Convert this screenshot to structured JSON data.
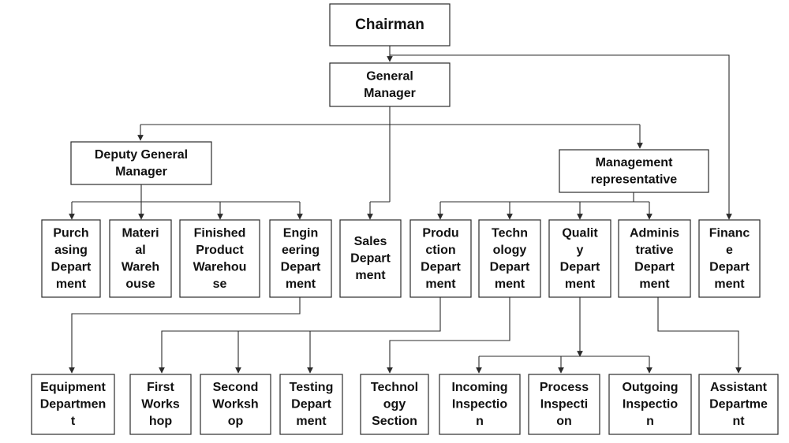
{
  "diagram": {
    "type": "org-chart",
    "nodes": [
      {
        "id": "chairman",
        "lines": [
          "Chairman"
        ]
      },
      {
        "id": "general-manager",
        "lines": [
          "General",
          "Manager"
        ]
      },
      {
        "id": "deputy-general-manager",
        "lines": [
          "Deputy General",
          "Manager"
        ]
      },
      {
        "id": "management-representative",
        "lines": [
          "Management",
          "representative"
        ]
      },
      {
        "id": "purchasing-department",
        "lines": [
          "Purch",
          "asing",
          "Depart",
          "ment"
        ]
      },
      {
        "id": "material-warehouse",
        "lines": [
          "Materi",
          "al",
          "Wareh",
          "ouse"
        ]
      },
      {
        "id": "finished-product-warehouse",
        "lines": [
          "Finished",
          "Product",
          "Warehou",
          "se"
        ]
      },
      {
        "id": "engineering-department",
        "lines": [
          "Engin",
          "eering",
          "Depart",
          "ment"
        ]
      },
      {
        "id": "sales-department",
        "lines": [
          "Sales",
          "Depart",
          "ment"
        ]
      },
      {
        "id": "production-department",
        "lines": [
          "Produ",
          "ction",
          "Depart",
          "ment"
        ]
      },
      {
        "id": "technology-department",
        "lines": [
          "Techn",
          "ology",
          "Depart",
          "ment"
        ]
      },
      {
        "id": "quality-department",
        "lines": [
          "Qualit",
          "y",
          "Depart",
          "ment"
        ]
      },
      {
        "id": "administrative-department",
        "lines": [
          "Adminis",
          "trative",
          "Depart",
          "ment"
        ]
      },
      {
        "id": "finance-department",
        "lines": [
          "Financ",
          "e",
          "Depart",
          "ment"
        ]
      },
      {
        "id": "equipment-department",
        "lines": [
          "Equipment",
          "Departmen",
          "t"
        ]
      },
      {
        "id": "first-workshop",
        "lines": [
          "First",
          "Works",
          "hop"
        ]
      },
      {
        "id": "second-workshop",
        "lines": [
          "Second",
          "Worksh",
          "op"
        ]
      },
      {
        "id": "testing-department",
        "lines": [
          "Testing",
          "Depart",
          "ment"
        ]
      },
      {
        "id": "technology-section",
        "lines": [
          "Technol",
          "ogy",
          "Section"
        ]
      },
      {
        "id": "incoming-inspection",
        "lines": [
          "Incoming",
          "Inspectio",
          "n"
        ]
      },
      {
        "id": "process-inspection",
        "lines": [
          "Process",
          "Inspecti",
          "on"
        ]
      },
      {
        "id": "outgoing-inspection",
        "lines": [
          "Outgoing",
          "Inspectio",
          "n"
        ]
      },
      {
        "id": "assistant-department",
        "lines": [
          "Assistant",
          "Departme",
          "nt"
        ]
      }
    ],
    "edges": [
      {
        "from": "chairman",
        "to": "general-manager"
      },
      {
        "from": "chairman",
        "to": "finance-department"
      },
      {
        "from": "general-manager",
        "to": "deputy-general-manager"
      },
      {
        "from": "general-manager",
        "to": "sales-department"
      },
      {
        "from": "general-manager",
        "to": "management-representative"
      },
      {
        "from": "deputy-general-manager",
        "to": "purchasing-department"
      },
      {
        "from": "deputy-general-manager",
        "to": "material-warehouse"
      },
      {
        "from": "deputy-general-manager",
        "to": "finished-product-warehouse"
      },
      {
        "from": "deputy-general-manager",
        "to": "engineering-department"
      },
      {
        "from": "management-representative",
        "to": "production-department"
      },
      {
        "from": "management-representative",
        "to": "technology-department"
      },
      {
        "from": "management-representative",
        "to": "quality-department"
      },
      {
        "from": "management-representative",
        "to": "administrative-department"
      },
      {
        "from": "engineering-department",
        "to": "equipment-department"
      },
      {
        "from": "production-department",
        "to": "first-workshop"
      },
      {
        "from": "production-department",
        "to": "second-workshop"
      },
      {
        "from": "production-department",
        "to": "testing-department"
      },
      {
        "from": "technology-department",
        "to": "technology-section"
      },
      {
        "from": "quality-department",
        "to": "incoming-inspection"
      },
      {
        "from": "quality-department",
        "to": "process-inspection"
      },
      {
        "from": "quality-department",
        "to": "outgoing-inspection"
      },
      {
        "from": "administrative-department",
        "to": "assistant-department"
      }
    ]
  }
}
